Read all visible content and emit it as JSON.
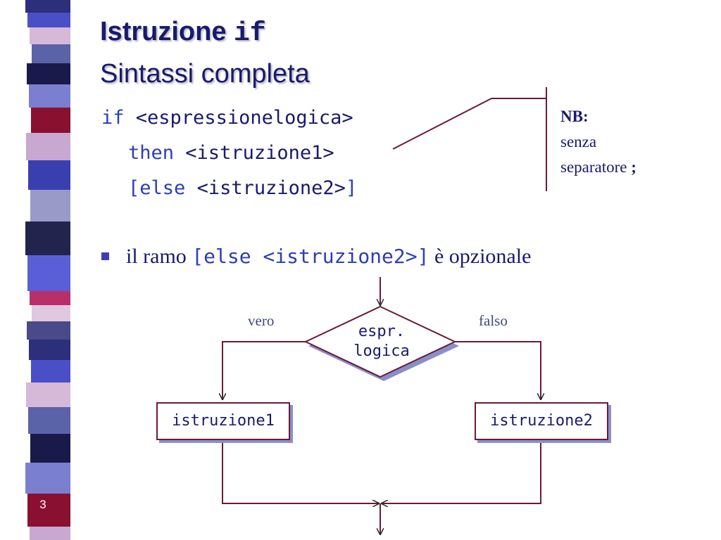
{
  "title": {
    "main": "Istruzione",
    "main_code": "if",
    "subtitle": "Sintassi completa"
  },
  "code": {
    "line1_kw": "if",
    "line1_ph": "<espressionelogica>",
    "line2_kw": "then",
    "line2_ph": "<istruzione1>",
    "line3_open": "[",
    "line3_kw": "else",
    "line3_ph": "<istruzione2>",
    "line3_close": "]"
  },
  "note": {
    "head": "NB:",
    "line1": "senza",
    "line2": "separatore",
    "semicolon": ";"
  },
  "bullet": {
    "pre": "il ramo",
    "code": "[else <istruzione2>]",
    "post": "è opzionale"
  },
  "flowchart": {
    "condition_line1": "espr.",
    "condition_line2": "logica",
    "true_label": "vero",
    "false_label": "falso",
    "box1": "istruzione1",
    "box2": "istruzione2"
  },
  "page_number": "3",
  "colors": {
    "title": "#1a1a6b",
    "keyword": "#2c3db8",
    "line": "#6a1a38",
    "shadow": "#8a8fc8"
  }
}
